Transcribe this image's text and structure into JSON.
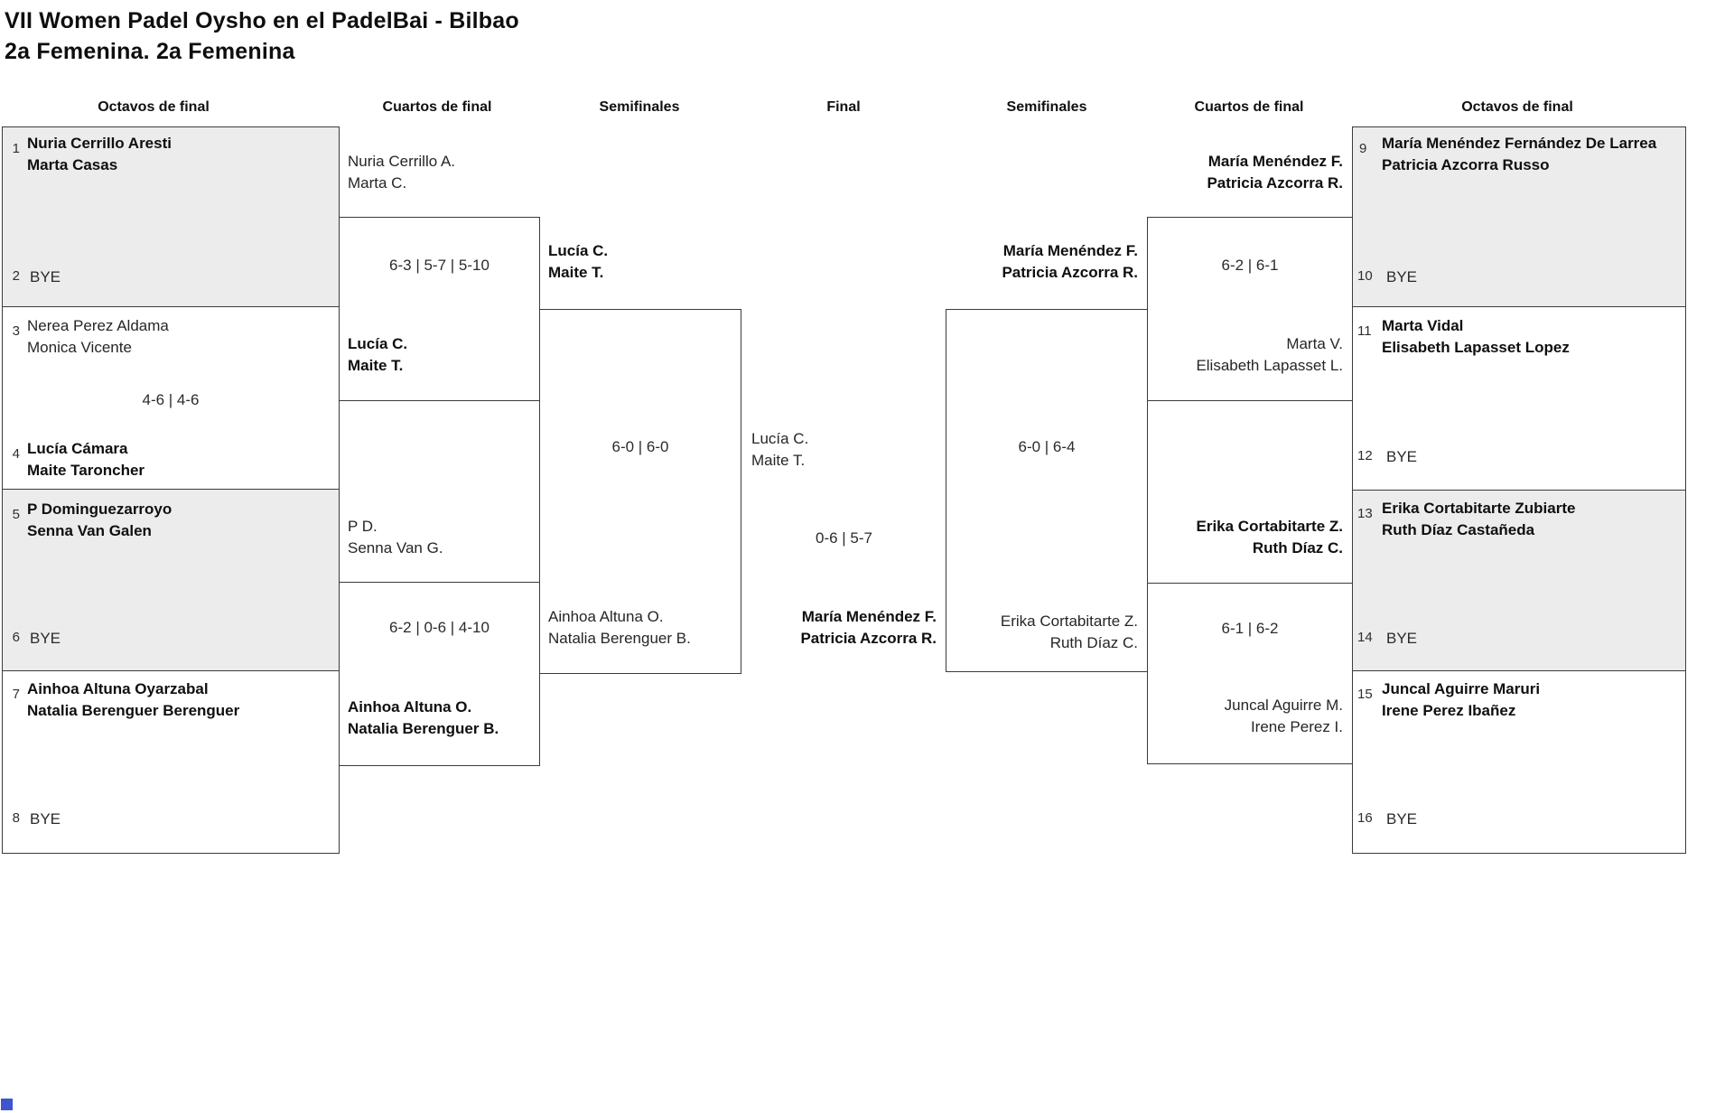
{
  "title": {
    "line1": "VII Women Padel Oysho en el PadelBai - Bilbao",
    "line2": "2a Femenina. 2a Femenina"
  },
  "headers": {
    "octavos_left": "Octavos de final",
    "cuartos_left": "Cuartos de final",
    "semis_left": "Semifinales",
    "final": "Final",
    "semis_right": "Semifinales",
    "cuartos_right": "Cuartos de final",
    "octavos_right": "Octavos de final"
  },
  "octavos_left": {
    "m1": {
      "seed_top": "1",
      "top1": "Nuria Cerrillo Aresti",
      "top2": "Marta Casas",
      "seed_bottom": "2",
      "bottom": "BYE"
    },
    "m2": {
      "seed_top": "3",
      "top1": "Nerea Perez Aldama",
      "top2": "Monica Vicente",
      "score": "4-6 | 4-6",
      "seed_bottom": "4",
      "bottom1": "Lucía Cámara",
      "bottom2": "Maite Taroncher"
    },
    "m3": {
      "seed_top": "5",
      "top1": "P Dominguezarroyo",
      "top2": "Senna Van Galen",
      "seed_bottom": "6",
      "bottom": "BYE"
    },
    "m4": {
      "seed_top": "7",
      "top1": "Ainhoa Altuna Oyarzabal",
      "top2": "Natalia Berenguer Berenguer",
      "seed_bottom": "8",
      "bottom": "BYE"
    }
  },
  "cuartos_left": {
    "top_match": {
      "team_a1": "Nuria Cerrillo A.",
      "team_a2": "Marta C.",
      "score": "6-3 | 5-7 | 5-10",
      "team_b1": "Lucía C.",
      "team_b2": "Maite T."
    },
    "bottom_match": {
      "team_a1": "P D.",
      "team_a2": "Senna Van G.",
      "score": "6-2 | 0-6 | 4-10",
      "team_b1": "Ainhoa Altuna O.",
      "team_b2": "Natalia Berenguer B."
    }
  },
  "semis_left": {
    "team_a1": "Lucía C.",
    "team_a2": "Maite T.",
    "score": "6-0 | 6-0",
    "team_b1": "Ainhoa Altuna O.",
    "team_b2": "Natalia Berenguer B."
  },
  "final": {
    "team_a1": "Lucía C.",
    "team_a2": "Maite T.",
    "score": "0-6 | 5-7",
    "team_b1": "María Menéndez F.",
    "team_b2": "Patricia Azcorra R."
  },
  "semis_right": {
    "team_a1": "María Menéndez F.",
    "team_a2": "Patricia Azcorra R.",
    "score": "6-0 | 6-4",
    "team_b1": "Erika Cortabitarte Z.",
    "team_b2": "Ruth Díaz C."
  },
  "cuartos_right": {
    "top_match": {
      "team_a1": "María Menéndez F.",
      "team_a2": "Patricia Azcorra R.",
      "score": "6-2 | 6-1",
      "team_b1": "Marta V.",
      "team_b2": "Elisabeth Lapasset L."
    },
    "bottom_match": {
      "team_a1": "Erika Cortabitarte Z.",
      "team_a2": "Ruth Díaz C.",
      "score": "6-1 | 6-2",
      "team_b1": "Juncal Aguirre M.",
      "team_b2": "Irene Perez I."
    }
  },
  "octavos_right": {
    "m1": {
      "seed_top": "9",
      "top1": "María Menéndez Fernández De Larrea",
      "top2": "Patricia Azcorra Russo",
      "seed_bottom": "10",
      "bottom": "BYE"
    },
    "m2": {
      "seed_top": "11",
      "top1": "Marta Vidal",
      "top2": "Elisabeth Lapasset Lopez",
      "seed_bottom": "12",
      "bottom": "BYE"
    },
    "m3": {
      "seed_top": "13",
      "top1": "Erika Cortabitarte Zubiarte",
      "top2": "Ruth Díaz Castañeda",
      "seed_bottom": "14",
      "bottom": "BYE"
    },
    "m4": {
      "seed_top": "15",
      "top1": "Juncal Aguirre Maruri",
      "top2": "Irene Perez Ibañez",
      "seed_bottom": "16",
      "bottom": "BYE"
    }
  },
  "colors": {
    "shaded_box": "#ececec",
    "box_border": "#3b3b3b",
    "text": "#222222",
    "accent_square": "#3d56d0"
  }
}
